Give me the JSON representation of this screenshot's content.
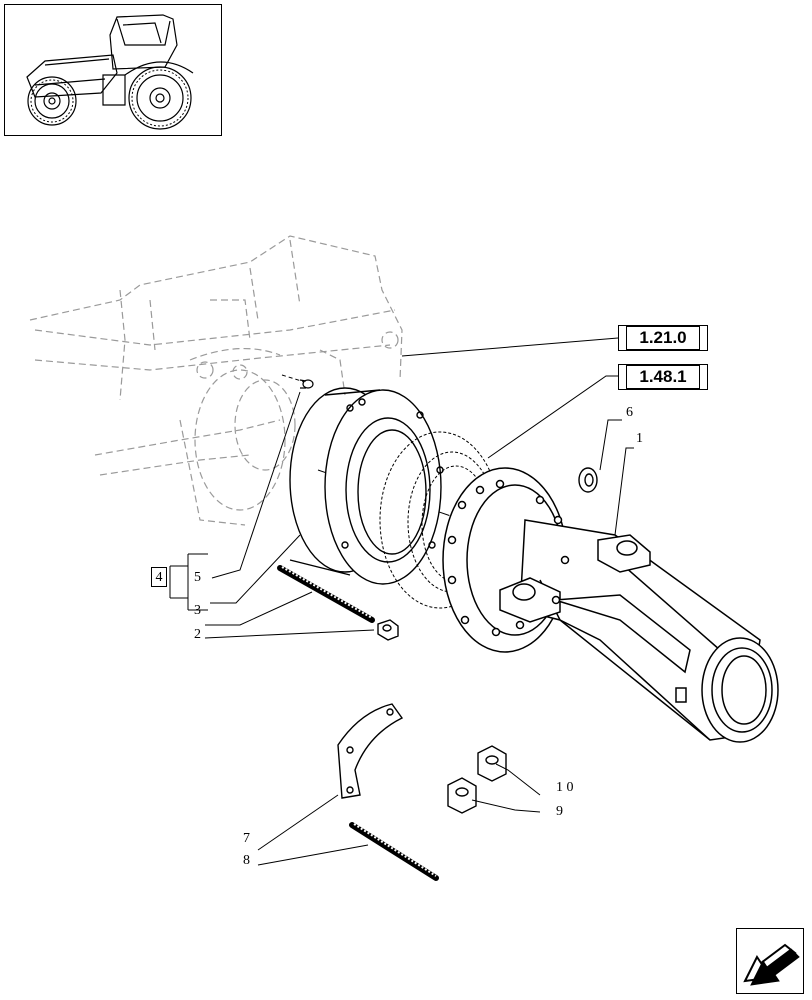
{
  "thumbnail": {
    "icon": "tractor-icon"
  },
  "references": [
    {
      "id": "ref-1-21-0",
      "label": "1.21.0"
    },
    {
      "id": "ref-1-48-1",
      "label": "1.48.1"
    }
  ],
  "group_box": {
    "label": "4"
  },
  "callouts": {
    "c1": "1",
    "c2": "2",
    "c3": "3",
    "c5": "5",
    "c6": "6",
    "c7": "7",
    "c8": "8",
    "c9": "9",
    "c10": "1 0"
  },
  "nav": {
    "icon": "next-page-arrow-icon"
  },
  "colors": {
    "line": "#000000",
    "ghost": "#9a9a9a"
  }
}
